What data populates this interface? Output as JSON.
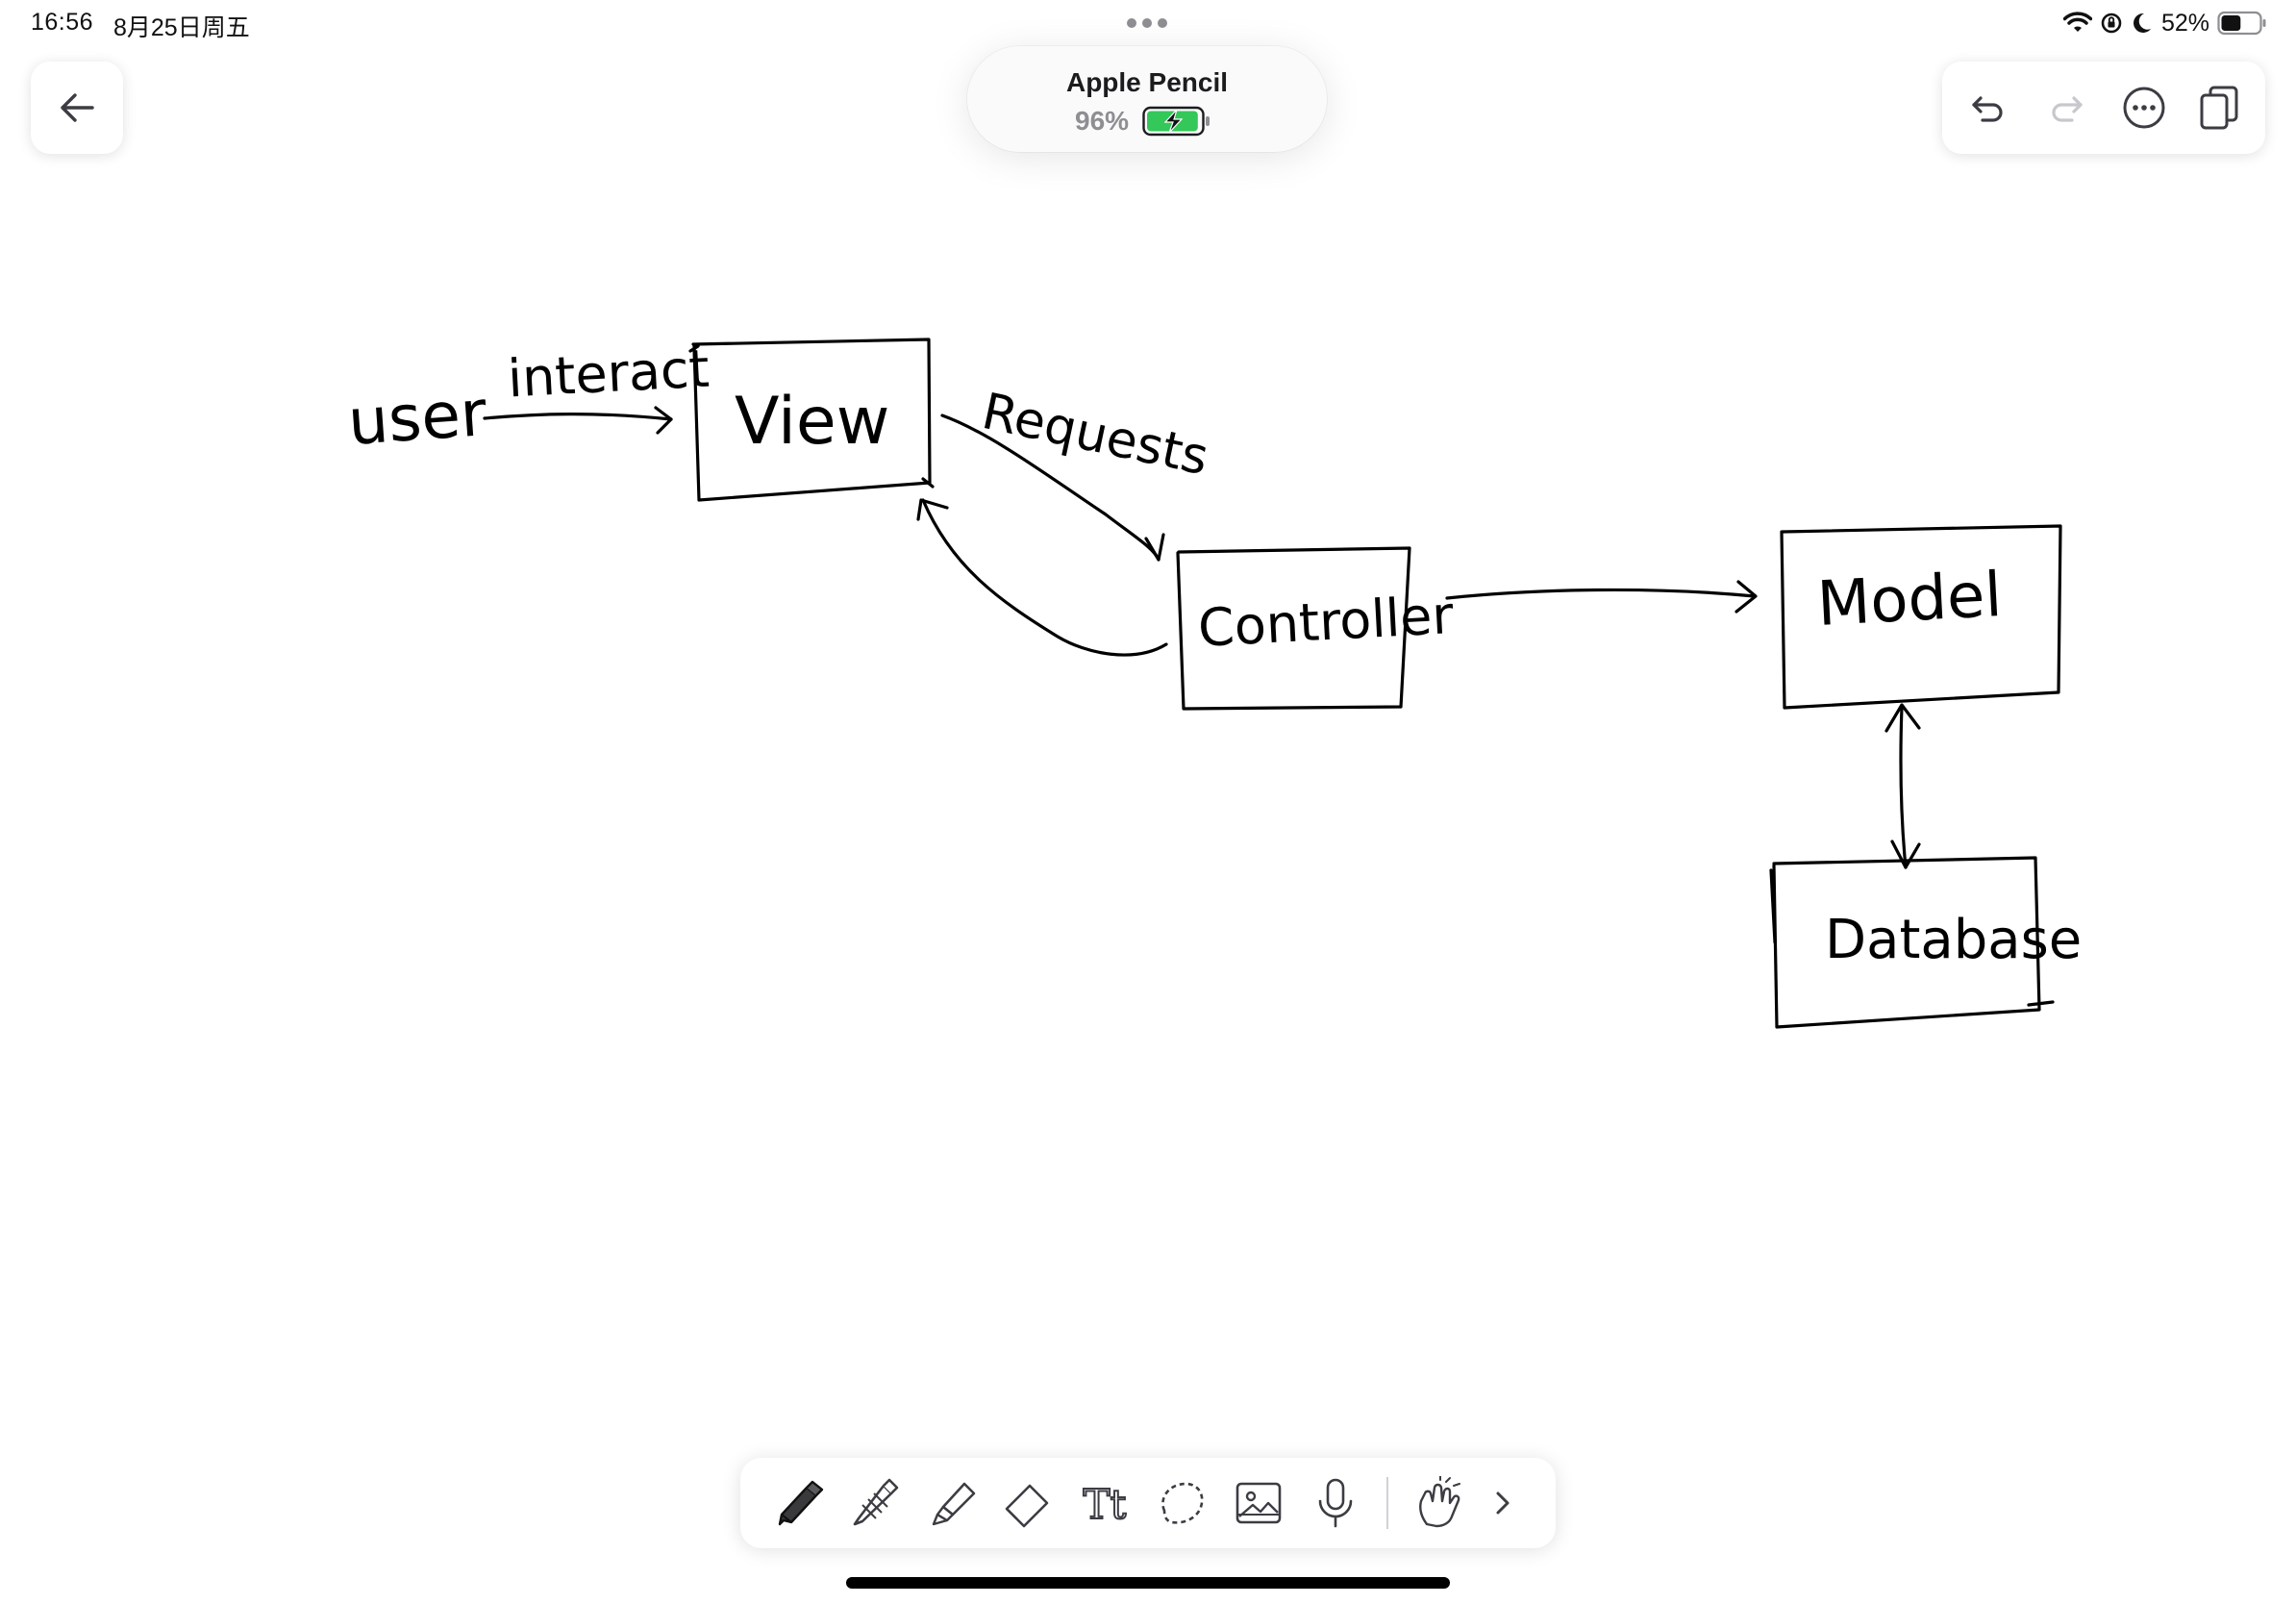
{
  "status_bar": {
    "time": "16:56",
    "date": "8月25日周五",
    "battery_percent": "52%",
    "battery_level": 0.52
  },
  "pencil_popup": {
    "title": "Apple Pencil",
    "battery_percent": "96%",
    "battery_level": 0.96,
    "charging": true,
    "battery_color": "#34c759"
  },
  "toolbar": {
    "back_icon": "arrow-left-icon",
    "undo_icon": "undo-icon",
    "redo_icon": "redo-icon",
    "more_icon": "ellipsis-circle-icon",
    "pages_icon": "pages-icon"
  },
  "diagram": {
    "label_user": "user",
    "label_interact": "interact",
    "box_view": "View",
    "label_requests": "Requests",
    "box_controller": "Controller",
    "box_model": "Model",
    "box_database": "Database"
  },
  "tools": [
    {
      "name": "pen-tool",
      "icon": "pen-icon",
      "selected": true
    },
    {
      "name": "pencil-tool",
      "icon": "pencil-icon"
    },
    {
      "name": "highlighter-tool",
      "icon": "highlighter-icon"
    },
    {
      "name": "eraser-tool",
      "icon": "eraser-icon"
    },
    {
      "name": "text-tool",
      "icon": "text-icon",
      "glyph": "Tt"
    },
    {
      "name": "lasso-tool",
      "icon": "lasso-icon"
    },
    {
      "name": "image-tool",
      "icon": "image-icon"
    },
    {
      "name": "microphone-tool",
      "icon": "microphone-icon"
    },
    {
      "name": "finger-draw-tool",
      "icon": "hand-touch-icon"
    },
    {
      "name": "more-tools",
      "icon": "chevron-right-icon"
    }
  ],
  "colors": {
    "ink": "#000000",
    "icon_gray": "#3c3c43",
    "disabled_gray": "#c7c7cc"
  }
}
